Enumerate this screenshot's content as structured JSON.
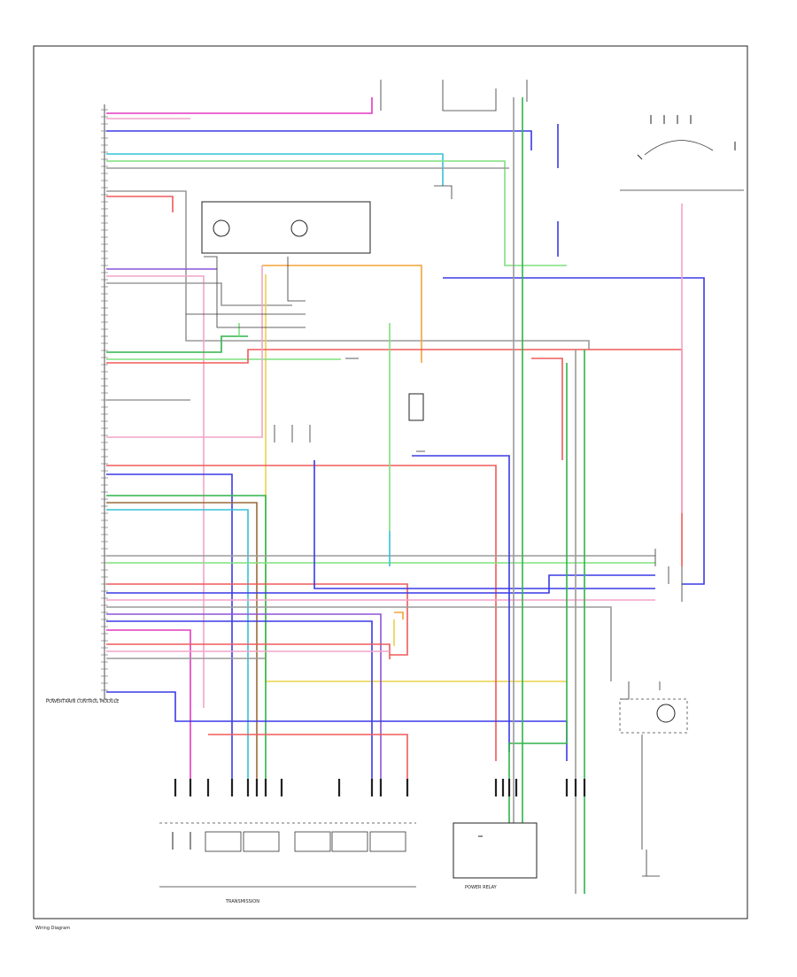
{
  "page_id": "Wiring Diagram",
  "colors": {
    "pink": "#f2a4c8",
    "magenta": "#e23ac0",
    "blue": "#3a3ae6",
    "green": "#2fb44a",
    "lightgreen": "#7fe07f",
    "cyan": "#36c2d6",
    "red": "#ef5a5a",
    "orange": "#f3a33a",
    "yellow": "#ead24a",
    "gray": "#9a9a9a",
    "violet": "#8c54d8",
    "brown": "#9a6a3a"
  },
  "module": {
    "name": "POWERTRAIN CONTROL MODULE"
  },
  "transmission": {
    "label": "TRANSMISSION"
  },
  "relay": {
    "label": "POWER RELAY"
  }
}
